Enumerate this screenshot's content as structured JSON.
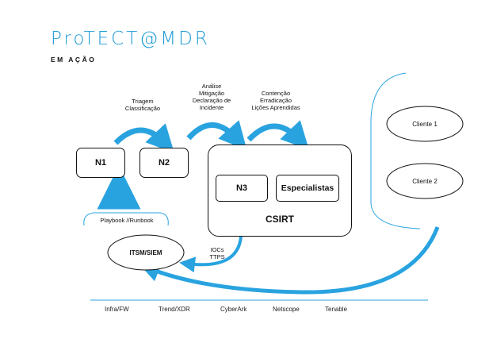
{
  "header": {
    "brand": "ProTECT@MDR",
    "subtitle": "EM AÇÃO"
  },
  "nodes": {
    "n1": "N1",
    "n2": "N2",
    "n3": "N3",
    "especialistas": "Especialistas",
    "csirt": "CSIRT",
    "itsm": "ITSM/SIEM",
    "cliente1": "Cliente 1",
    "cliente2": "Cliente 2"
  },
  "labels": {
    "triagem": [
      "Triagem",
      "Classificação"
    ],
    "analise": [
      "Análise",
      "Mitigação",
      "Declaração de",
      "Incidente"
    ],
    "contencao": [
      "Contenção",
      "Erradicação",
      "Lições Aprendidas"
    ],
    "playbook": "Playbook //Runbook",
    "iocs": [
      "IOCs",
      "TTPS"
    ]
  },
  "tools": [
    "Infra/FW",
    "Trend/XDR",
    "CyberArk",
    "Netscope",
    "Tenable"
  ],
  "colors": {
    "accent": "#1f9bd6",
    "arrow": "#29a3e0",
    "line": "#111111"
  }
}
